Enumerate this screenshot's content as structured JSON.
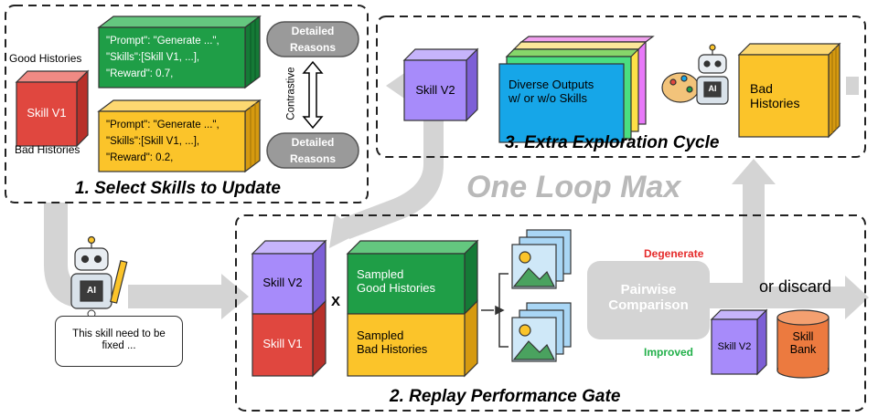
{
  "sections": {
    "select": {
      "title": "1. Select Skills to Update"
    },
    "exploration": {
      "title": "3. Extra Exploration Cycle"
    },
    "replay": {
      "title": "2. Replay Performance Gate"
    }
  },
  "loop_label": "One Loop Max",
  "select": {
    "skill_v1": "Skill V1",
    "good_histories_label": "Good Histories",
    "bad_histories_label": "Bad Histories",
    "good_card": {
      "line1": "\"Prompt\": \"Generate ...\",",
      "line2": "\"Skills\":[Skill V1, ...],",
      "line3": "\"Reward\": 0.7,"
    },
    "bad_card": {
      "line1": "\"Prompt\": \"Generate ...\",",
      "line2": "\"Skills\":[Skill V1, ...],",
      "line3": "\"Reward\": 0.2,"
    },
    "reasons_top": {
      "line1": "Detailed",
      "line2": "Reasons"
    },
    "reasons_bottom": {
      "line1": "Detailed",
      "line2": "Reasons"
    },
    "contrastive": "Contrastive"
  },
  "exploration": {
    "skill_v2": "Skill V2",
    "diverse": {
      "line1": "Diverse Outputs",
      "line2": "w/ or w/o Skills"
    },
    "bad_histories": {
      "line1": "Bad",
      "line2": "Histories"
    }
  },
  "robot": {
    "chip": "AI"
  },
  "speech": {
    "line1": "This skill need to be",
    "line2": "fixed ..."
  },
  "replay": {
    "skill_v2": "Skill V2",
    "skill_v1": "Skill V1",
    "multiply": "X",
    "good": {
      "line1": "Sampled",
      "line2": "Good Histories"
    },
    "bad": {
      "line1": "Sampled",
      "line2": "Bad Histories"
    },
    "pairwise": {
      "line1": "Pairwise",
      "line2": "Comparison"
    },
    "degenerate": "Degenerate",
    "improved": "Improved",
    "or_discard": "or discard",
    "small_skill_v2": "Skill V2",
    "skill_bank": {
      "line1": "Skill",
      "line2": "Bank"
    }
  },
  "colors": {
    "skill_red": "#e0473f",
    "skill_purple": "#a78bfa",
    "good_green": "#1f9e47",
    "bad_yellow": "#fbc42a",
    "diverse_blue": "#16a6e8",
    "bank_orange": "#ec7a3f",
    "arrow_gray": "#d4d4d4",
    "degenerate_red": "#e52b2b",
    "improved_green": "#22b04a"
  }
}
